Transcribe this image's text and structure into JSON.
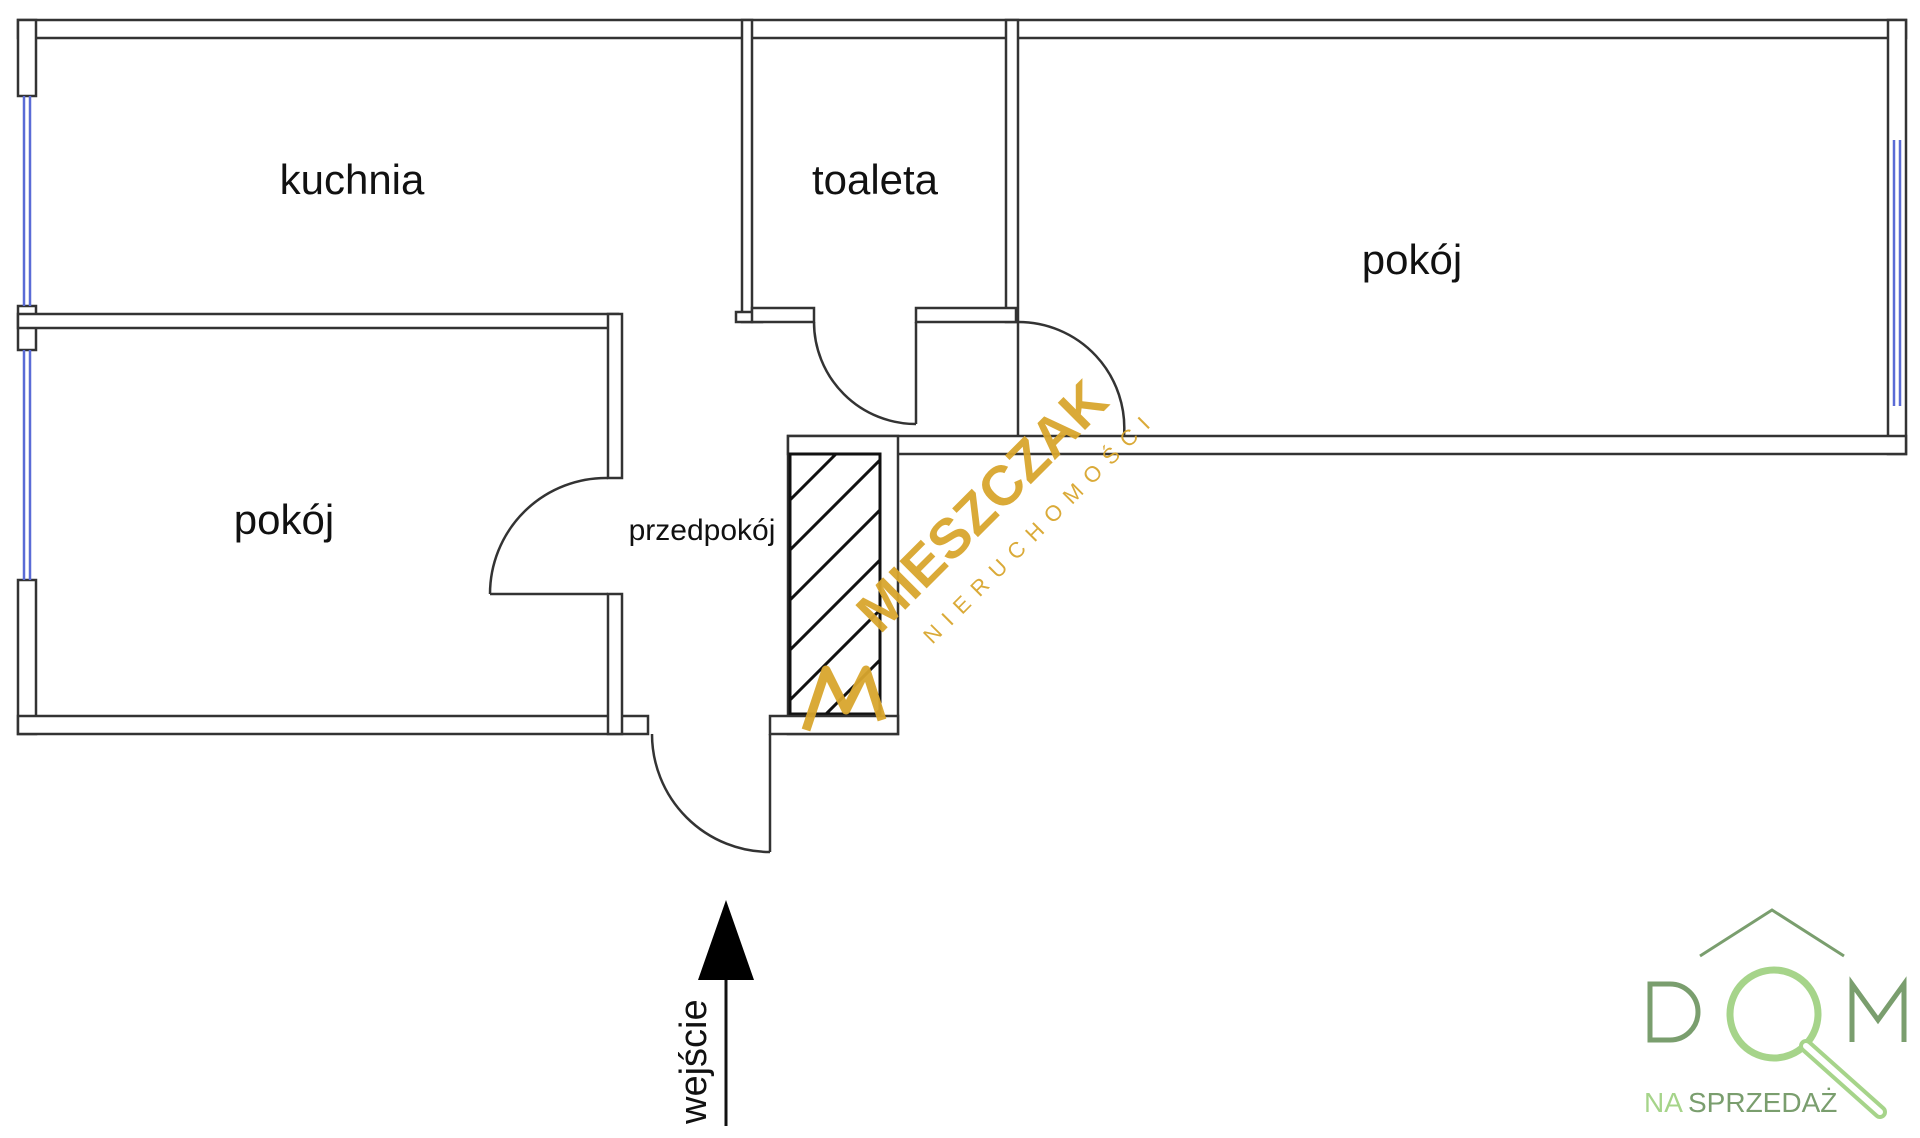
{
  "rooms": {
    "kitchen": "kuchnia",
    "toilet": "toaleta",
    "room_right": "pokój",
    "room_left": "pokój",
    "hall": "przedpokój"
  },
  "entrance": "wejście",
  "watermark": {
    "brand": "MIESZCZAK",
    "sub": "NIERUCHOMOŚCI",
    "color": "#d9a62e"
  },
  "logo": {
    "word": "DOM",
    "tag_a": "NA",
    "tag_b": "SPRZEDAŻ",
    "color_dark": "#7a9e6e",
    "color_light": "#a6d48a"
  },
  "colors": {
    "wall": "#333333",
    "window": "#5a6bd6"
  }
}
